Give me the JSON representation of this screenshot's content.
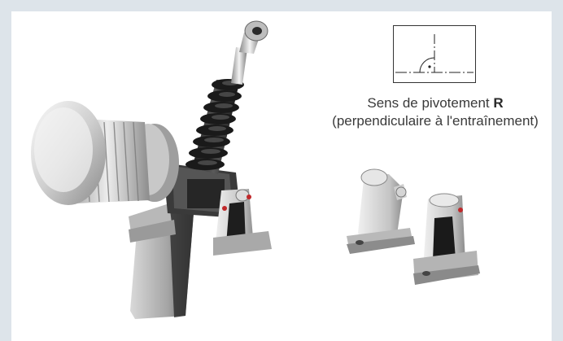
{
  "caption": {
    "line1_prefix": "Sens de pivotement ",
    "line1_symbol": "R",
    "line2": "(perpendiculaire à l'entraînement)"
  },
  "colors": {
    "frame": "#dde4ea",
    "panel": "#ffffff",
    "metal_light": "#e6e6e6",
    "metal_dark": "#7a7a7a",
    "bellows": "#2b2b2b",
    "accent_red": "#c0282a"
  },
  "icons": {
    "pivot_symbol": "right-angle-pivot-icon",
    "actuator": "screw-jack-actuator-illustration",
    "brackets": "pivot-bracket-pair-illustration"
  }
}
